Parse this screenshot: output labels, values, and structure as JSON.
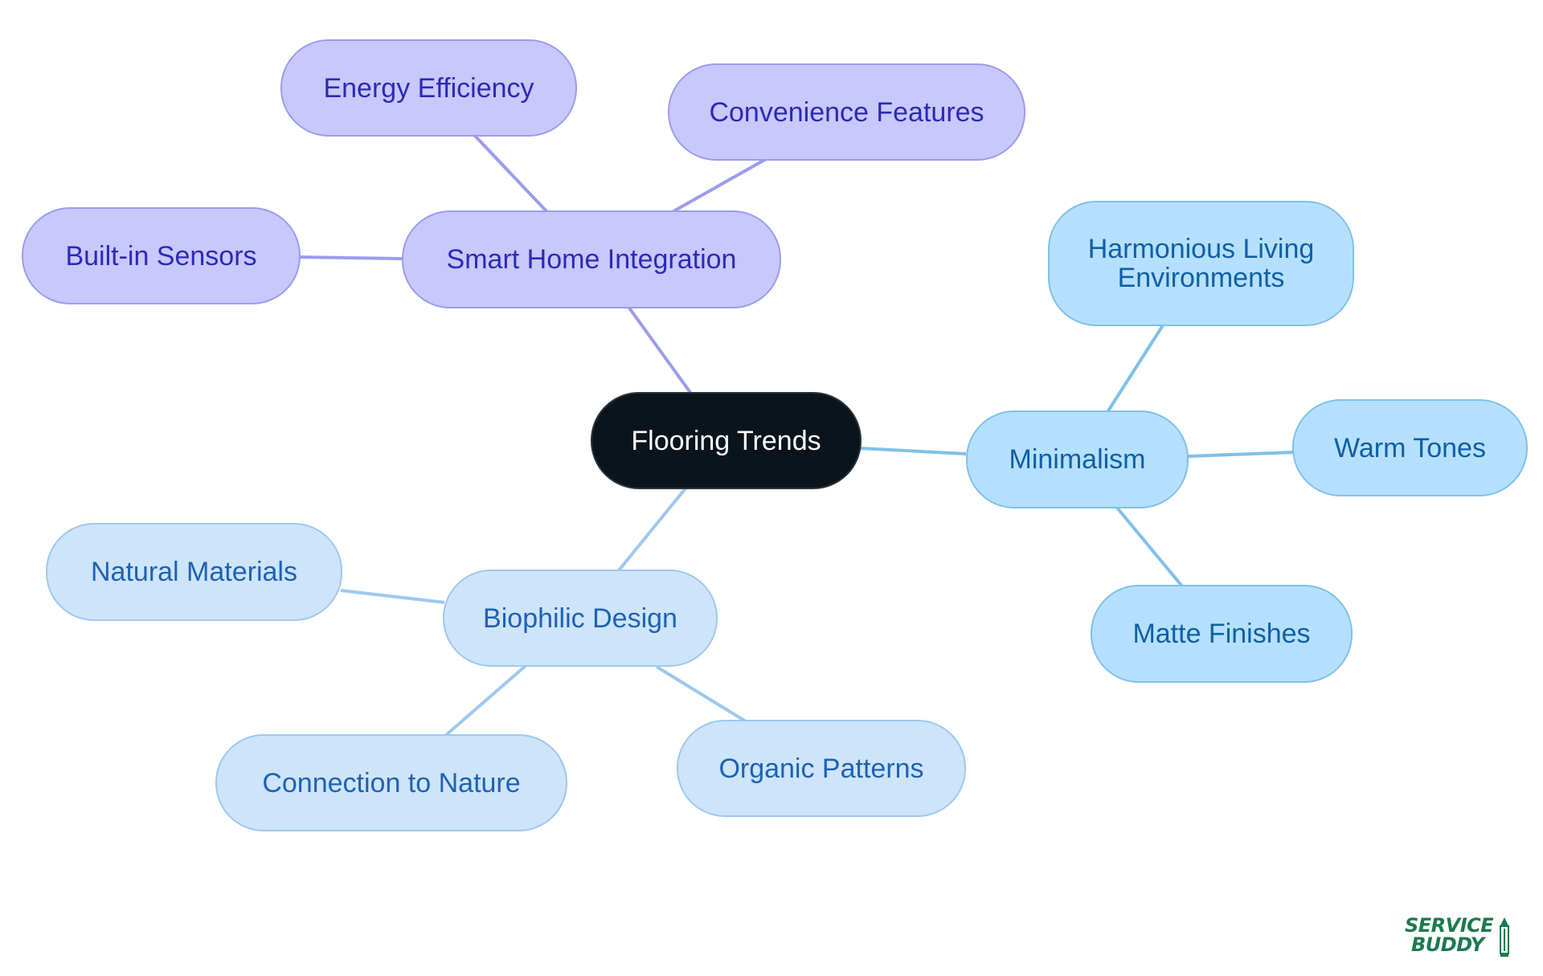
{
  "diagram": {
    "root": {
      "label": "Flooring Trends"
    },
    "branches": [
      {
        "label": "Smart Home Integration",
        "children": [
          "Energy Efficiency",
          "Convenience Features",
          "Built-in Sensors"
        ]
      },
      {
        "label": "Minimalism",
        "children": [
          "Harmonious Living Environments",
          "Warm Tones",
          "Matte Finishes"
        ]
      },
      {
        "label": "Biophilic Design",
        "children": [
          "Natural Materials",
          "Connection to Nature",
          "Organic Patterns"
        ]
      }
    ]
  },
  "colors": {
    "root_fill": "#0b131b",
    "smart_fill": "#c8c8fd",
    "smart_edge": "#9b9cec",
    "smart_text": "#2b2ab6",
    "minimalism_fill": "#b5e0fd",
    "minimalism_edge": "#7fc0ea",
    "minimalism_text": "#0f5fa6",
    "biophilic_fill": "#cee4fa",
    "biophilic_edge": "#9ec8ee",
    "biophilic_text": "#1d62b5",
    "logo": "#1a7a4f"
  },
  "logo": {
    "line1": "SERVICE",
    "line2": "BUDDY"
  }
}
